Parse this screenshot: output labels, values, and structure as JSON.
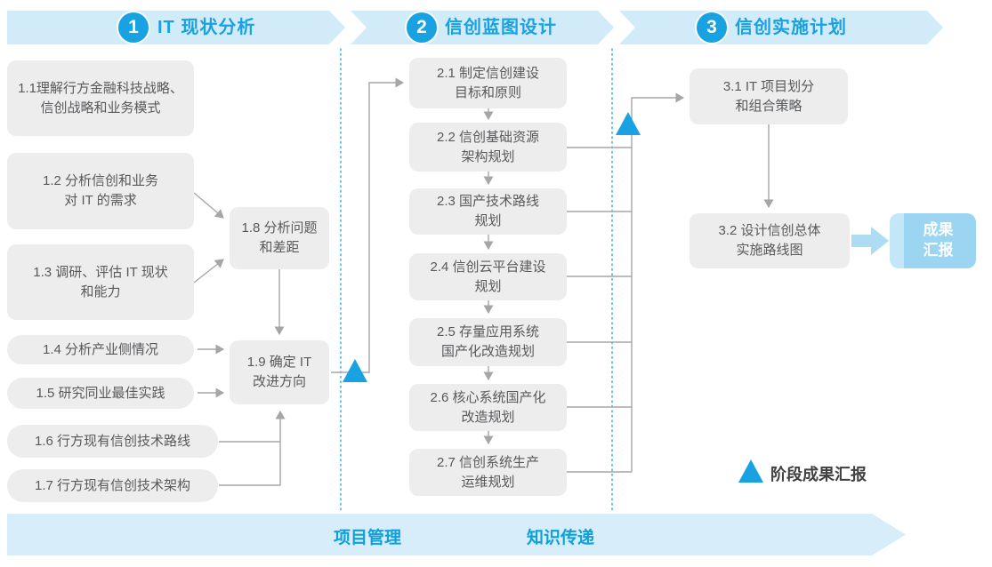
{
  "header": {
    "phases": [
      {
        "number": "1",
        "title": "IT 现状分析"
      },
      {
        "number": "2",
        "title": "信创蓝图设计"
      },
      {
        "number": "3",
        "title": "信创实施计划"
      }
    ]
  },
  "boxes": {
    "b11": {
      "lines": [
        "1.1理解行方金融科技战略、",
        "信创战略和业务模式"
      ]
    },
    "b12": {
      "lines": [
        "1.2 分析信创和业务",
        "对 IT 的需求"
      ]
    },
    "b13": {
      "lines": [
        "1.3 调研、评估 IT 现状",
        "和能力"
      ]
    },
    "b14": {
      "lines": [
        "1.4 分析产业侧情况"
      ]
    },
    "b15": {
      "lines": [
        "1.5 研究同业最佳实践"
      ]
    },
    "b16": {
      "lines": [
        "1.6 行方现有信创技术路线"
      ]
    },
    "b17": {
      "lines": [
        "1.7 行方现有信创技术架构"
      ]
    },
    "b18": {
      "lines": [
        "1.8 分析问题",
        "和差距"
      ]
    },
    "b19": {
      "lines": [
        "1.9 确定 IT",
        "改进方向"
      ]
    },
    "b21": {
      "lines": [
        "2.1 制定信创建设",
        "目标和原则"
      ]
    },
    "b22": {
      "lines": [
        "2.2 信创基础资源",
        "架构规划"
      ]
    },
    "b23": {
      "lines": [
        "2.3 国产技术路线",
        "规划"
      ]
    },
    "b24": {
      "lines": [
        "2.4 信创云平台建设",
        "规划"
      ]
    },
    "b25": {
      "lines": [
        "2.5 存量应用系统",
        "国产化改造规划"
      ]
    },
    "b26": {
      "lines": [
        "2.6 核心系统国产化",
        "改造规划"
      ]
    },
    "b27": {
      "lines": [
        "2.7 信创系统生产",
        "运维规划"
      ]
    },
    "b31": {
      "lines": [
        "3.1 IT 项目划分",
        "和组合策略"
      ]
    },
    "b32": {
      "lines": [
        "3.2 设计信创总体",
        "实施路线图"
      ]
    }
  },
  "report_box": {
    "lines": [
      "成果",
      "汇报"
    ]
  },
  "legend": {
    "label": "阶段成果汇报"
  },
  "footer": {
    "items": [
      {
        "label": "项目管理"
      },
      {
        "label": "知识传递"
      }
    ]
  },
  "colors": {
    "accent_blue": "#18a2e2",
    "ribbon_blue": "#d2ebf8",
    "box_gray": "#ededed",
    "box_text": "#58595b",
    "connector_gray": "#a6a6a6",
    "report_fill": "#9bd5f2",
    "report_stripe": "#c3e7f8",
    "flow_arrow_blue": "#aedcf5",
    "divider_dotted": "#3fb6e8"
  }
}
